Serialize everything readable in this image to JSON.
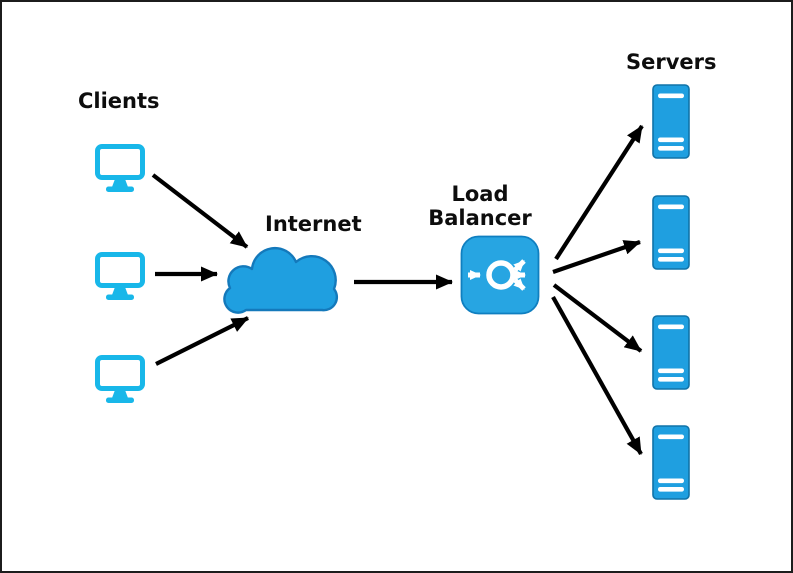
{
  "diagram": {
    "type": "network-architecture",
    "labels": {
      "clients": "Clients",
      "internet": "Internet",
      "load_balancer": "Load Balancer",
      "servers": "Servers"
    },
    "nodes": {
      "clients": {
        "label": "Clients",
        "icon": "monitor-icon",
        "count": 3
      },
      "internet": {
        "label": "Internet",
        "icon": "cloud-icon",
        "count": 1
      },
      "load_balancer": {
        "label": "Load Balancer",
        "icon": "load-balancer-icon",
        "count": 1
      },
      "servers": {
        "label": "Servers",
        "icon": "server-icon",
        "count": 4
      }
    },
    "connections": [
      {
        "from": "client-1",
        "to": "internet"
      },
      {
        "from": "client-2",
        "to": "internet"
      },
      {
        "from": "client-3",
        "to": "internet"
      },
      {
        "from": "internet",
        "to": "load-balancer"
      },
      {
        "from": "load-balancer",
        "to": "server-1"
      },
      {
        "from": "load-balancer",
        "to": "server-2"
      },
      {
        "from": "load-balancer",
        "to": "server-3"
      },
      {
        "from": "load-balancer",
        "to": "server-4"
      }
    ],
    "colors": {
      "client_icon": "#18b7e9",
      "internet_fill": "#1f9fe0",
      "internet_stroke": "#1479bb",
      "load_balancer_fill": "#27a5e2",
      "server_fill": "#1f9fe0",
      "server_stroke": "#1073a8",
      "arrow": "#000000",
      "label_text": "#0d0d0d",
      "background": "#ffffff",
      "frame_border": "#1c1c1c"
    }
  }
}
